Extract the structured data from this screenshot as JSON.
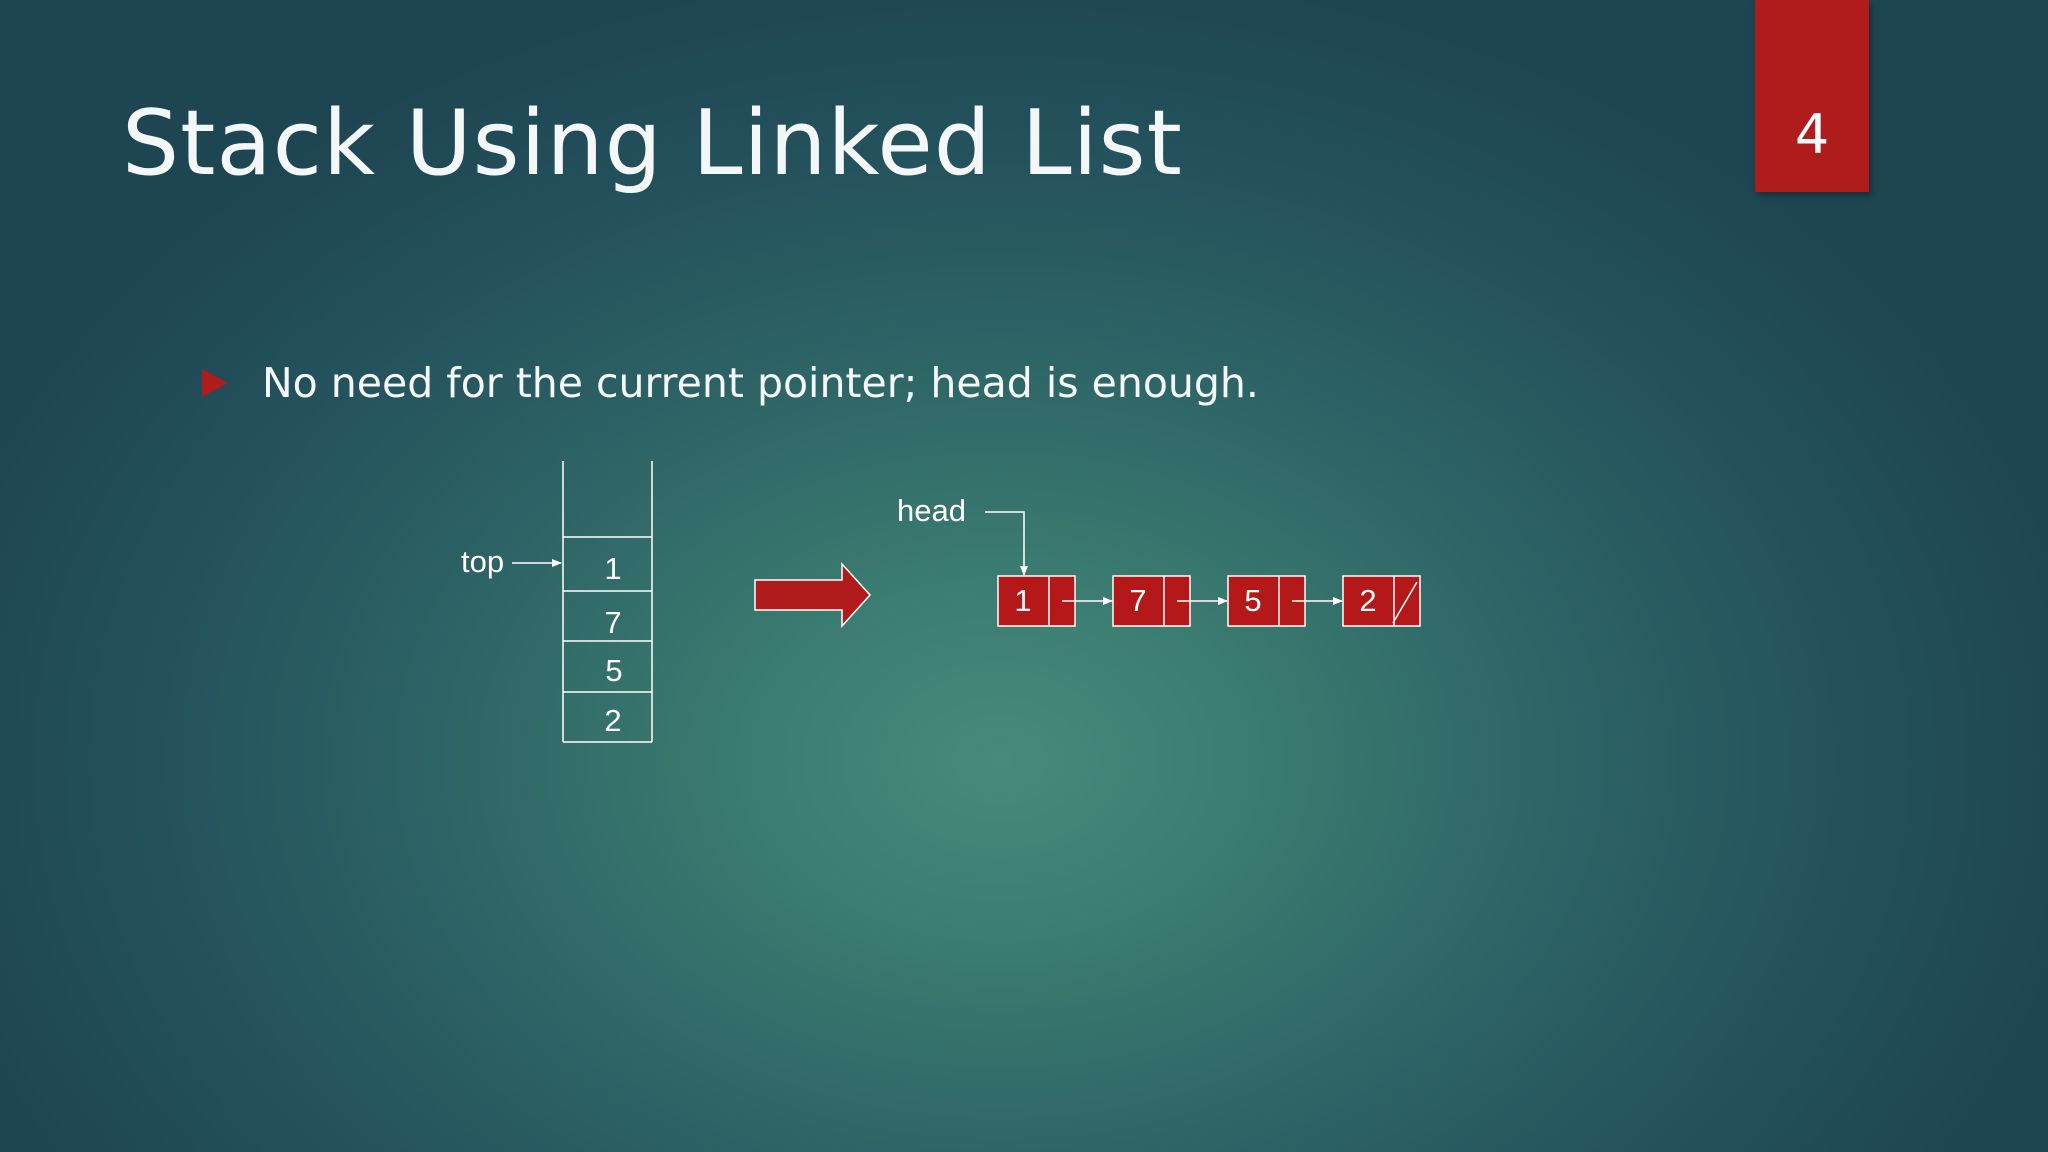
{
  "slide": {
    "title": "Stack Using Linked List",
    "page_number": "4",
    "bullets": [
      {
        "text": "No need for the current pointer; head is enough."
      }
    ]
  },
  "diagram": {
    "stack": {
      "pointer_label": "top",
      "items": [
        "1",
        "7",
        "5",
        "2"
      ]
    },
    "linked_list": {
      "pointer_label": "head",
      "nodes": [
        "1",
        "7",
        "5",
        "2"
      ]
    }
  },
  "colors": {
    "accent": "#b01c1c",
    "node_fill": "#b51818",
    "text": "#ffffff"
  }
}
